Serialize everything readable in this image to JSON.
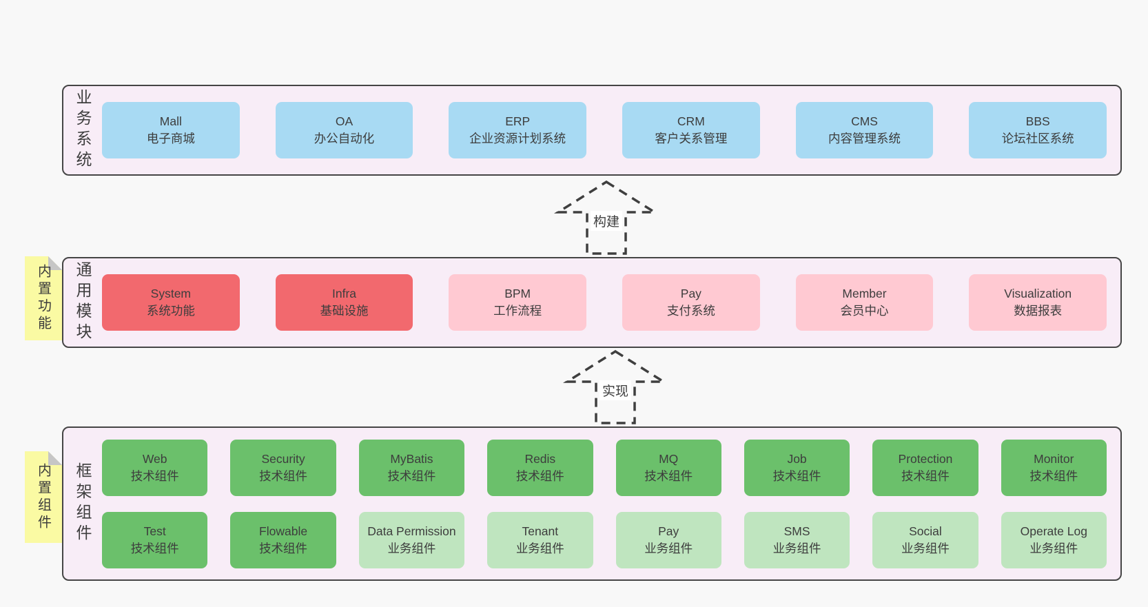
{
  "colors": {
    "page_bg": "#f8f8f8",
    "band_bg": "#f8edf7",
    "band_border": "#454545",
    "blue": "#a8daf3",
    "red": "#f2696e",
    "pink": "#ffc9d2",
    "green": "#6bc06b",
    "light_green": "#bfe5bf",
    "sticky_yellow": "#fafaa3",
    "sticky_fold": "#c6c6c6",
    "text": "#3d3d3d",
    "arrow": "#3f3f3f"
  },
  "arrows": [
    {
      "label": "构建"
    },
    {
      "label": "实现"
    }
  ],
  "sections": [
    {
      "id": "business-systems",
      "label": "业务系统",
      "sticky": null,
      "rows": [
        [
          {
            "name": "Mall",
            "desc": "电子商城",
            "variant": "blue"
          },
          {
            "name": "OA",
            "desc": "办公自动化",
            "variant": "blue"
          },
          {
            "name": "ERP",
            "desc": "企业资源计划系统",
            "variant": "blue"
          },
          {
            "name": "CRM",
            "desc": "客户关系管理",
            "variant": "blue"
          },
          {
            "name": "CMS",
            "desc": "内容管理系统",
            "variant": "blue"
          },
          {
            "name": "BBS",
            "desc": "论坛社区系统",
            "variant": "blue"
          }
        ]
      ]
    },
    {
      "id": "common-modules",
      "label": "通用模块",
      "sticky": "内置功能",
      "rows": [
        [
          {
            "name": "System",
            "desc": "系统功能",
            "variant": "red"
          },
          {
            "name": "Infra",
            "desc": "基础设施",
            "variant": "red"
          },
          {
            "name": "BPM",
            "desc": "工作流程",
            "variant": "pink"
          },
          {
            "name": "Pay",
            "desc": "支付系统",
            "variant": "pink"
          },
          {
            "name": "Member",
            "desc": "会员中心",
            "variant": "pink"
          },
          {
            "name": "Visualization",
            "desc": "数据报表",
            "variant": "pink"
          }
        ]
      ]
    },
    {
      "id": "framework-components",
      "label": "框架组件",
      "sticky": "内置组件",
      "rows": [
        [
          {
            "name": "Web",
            "desc": "技术组件",
            "variant": "green"
          },
          {
            "name": "Security",
            "desc": "技术组件",
            "variant": "green"
          },
          {
            "name": "MyBatis",
            "desc": "技术组件",
            "variant": "green"
          },
          {
            "name": "Redis",
            "desc": "技术组件",
            "variant": "green"
          },
          {
            "name": "MQ",
            "desc": "技术组件",
            "variant": "green"
          },
          {
            "name": "Job",
            "desc": "技术组件",
            "variant": "green"
          },
          {
            "name": "Protection",
            "desc": "技术组件",
            "variant": "green"
          },
          {
            "name": "Monitor",
            "desc": "技术组件",
            "variant": "green"
          }
        ],
        [
          {
            "name": "Test",
            "desc": "技术组件",
            "variant": "green"
          },
          {
            "name": "Flowable",
            "desc": "技术组件",
            "variant": "green"
          },
          {
            "name": "Data Permission",
            "desc": "业务组件",
            "variant": "light_green"
          },
          {
            "name": "Tenant",
            "desc": "业务组件",
            "variant": "light_green"
          },
          {
            "name": "Pay",
            "desc": "业务组件",
            "variant": "light_green"
          },
          {
            "name": "SMS",
            "desc": "业务组件",
            "variant": "light_green"
          },
          {
            "name": "Social",
            "desc": "业务组件",
            "variant": "light_green"
          },
          {
            "name": "Operate Log",
            "desc": "业务组件",
            "variant": "light_green"
          }
        ]
      ]
    }
  ]
}
